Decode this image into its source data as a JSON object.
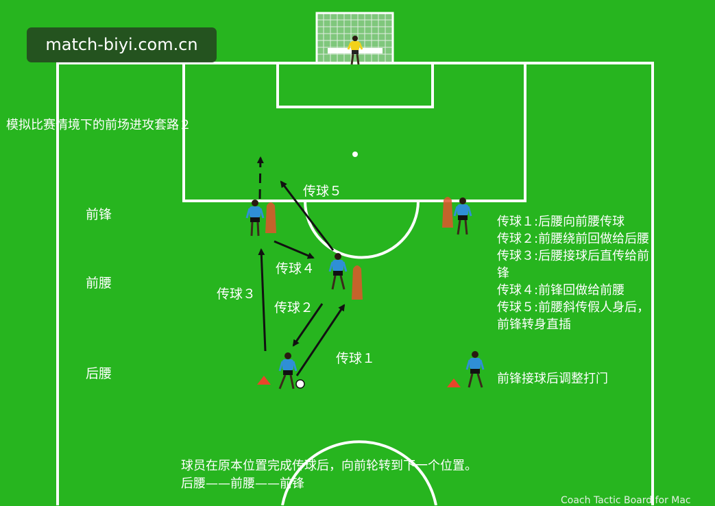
{
  "watermark": "match-biyi.com.cn",
  "title": "模拟比赛情境下的前场进攻套路２",
  "roles": {
    "forward": "前锋",
    "attacking_mid": "前腰",
    "defensive_mid": "后腰"
  },
  "pass_labels": {
    "p1": "传球１",
    "p2": "传球２",
    "p3": "传球３",
    "p4": "传球４",
    "p5": "传球５"
  },
  "legend": [
    "传球１:后腰向前腰传球",
    "传球２:前腰绕前回做给后腰",
    "传球３:后腰接球后直传给前锋",
    "传球４:前锋回做给前腰",
    "传球５:前腰斜传假人身后，前锋转身直插"
  ],
  "finish_note": "前锋接球后调整打门",
  "footer": [
    "球员在原本位置完成传球后，向前轮转到下一个位置。",
    "后腰——前腰——前锋"
  ],
  "brand": "Coach Tactic Board for Mac",
  "colors": {
    "pitch": "#27b51f",
    "lines": "#ffffff",
    "player_shirt": "#2f8fd6",
    "goalkeeper_shirt": "#f2d21b",
    "dummy": "#e0552e",
    "cone": "#e8462a",
    "arrow": "#111111"
  }
}
